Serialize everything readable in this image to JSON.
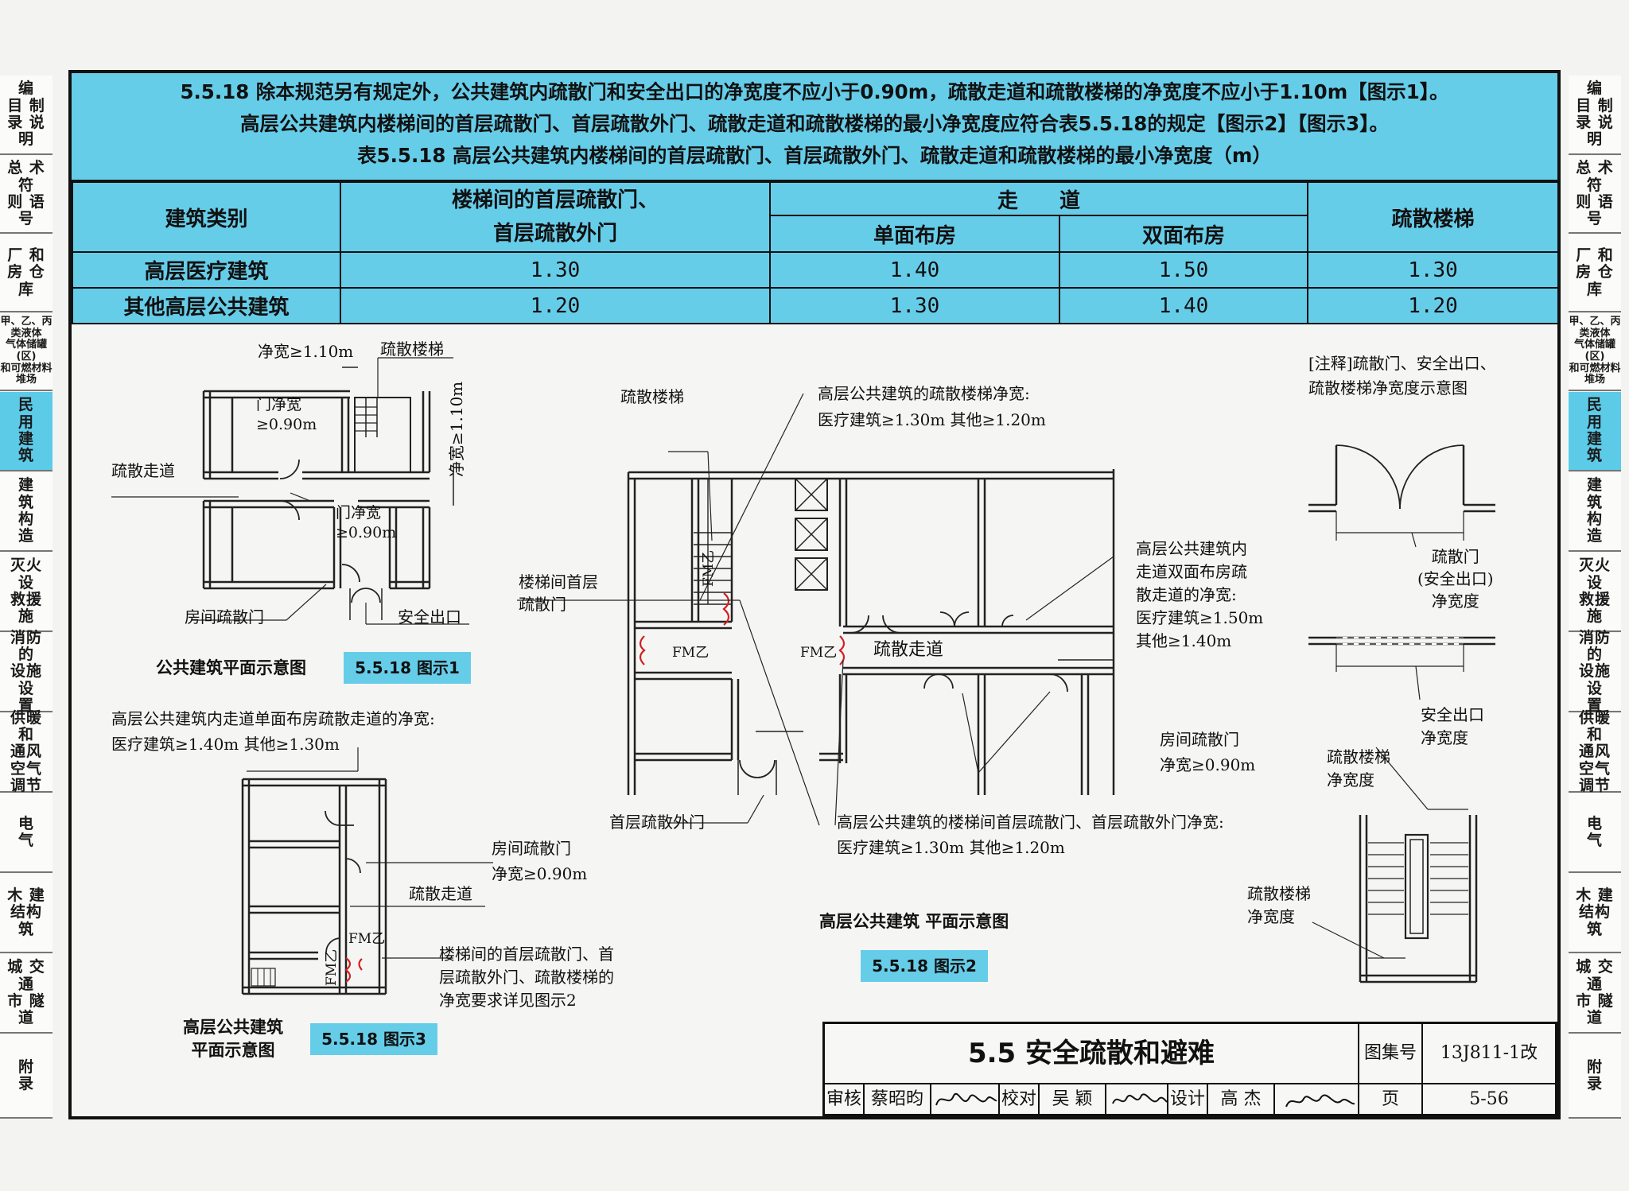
{
  "side_tabs": [
    "编\n目 制\n录 说\n明",
    "总 术 符\n则 语 号",
    "厂 和\n房 仓\n库",
    "甲、乙、丙类液体\n气体储罐(区)\n和可燃材料堆场",
    "民\n用\n建\n筑",
    "建\n筑\n构\n造",
    "灭火 设\n救援 施",
    "消防 的\n设施 设\n置",
    "供暖 和\n通风 空气\n调节",
    "电\n气",
    "木 建\n结构 筑",
    "城 交通\n市 隧道",
    "附\n录"
  ],
  "clause": {
    "line1": "5.5.18  除本规范另有规定外，公共建筑内疏散门和安全出口的净宽度不应小于0.90m，疏散走道和疏散楼梯的净宽度不应小于1.10m【图示1】。",
    "line2": "高层公共建筑内楼梯间的首层疏散门、首层疏散外门、疏散走道和疏散楼梯的最小净宽度应符合表5.5.18的规定【图示2】【图示3】。",
    "table_title": "表5.5.18  高层公共建筑内楼梯间的首层疏散门、首层疏散外门、疏散走道和疏散楼梯的最小净宽度（m）"
  },
  "table": {
    "h_type": "建筑类别",
    "h_door": "楼梯间的首层疏散门、\n首层疏散外门",
    "h_corridor": "走　　道",
    "h_single": "单面布房",
    "h_double": "双面布房",
    "h_stair": "疏散楼梯",
    "rows": [
      {
        "type": "高层医疗建筑",
        "door": "1.30",
        "single": "1.40",
        "double": "1.50",
        "stair": "1.30"
      },
      {
        "type": "其他高层公共建筑",
        "door": "1.20",
        "single": "1.30",
        "double": "1.40",
        "stair": "1.20"
      }
    ]
  },
  "fig1": {
    "w_top": "净宽≥1.10m",
    "stair": "疏散楼梯",
    "door_w": "门净宽\n≥0.90m",
    "corridor": "疏散走道",
    "w_right": "净宽≥1.10m",
    "door_w2": "门净宽\n≥0.90m",
    "room_door": "房间疏散门",
    "exit": "安全出口",
    "caption": "公共建筑平面示意图",
    "tag": "5.5.18 图示1"
  },
  "fig2": {
    "stair": "疏散楼梯",
    "stair_w_title": "高层公共建筑的疏散楼梯净宽:",
    "stair_w_vals": "医疗建筑≥1.30m  其他≥1.20m",
    "first_door": "楼梯间首层\n疏散门",
    "corridor": "疏散走道",
    "fm": "FM乙",
    "double_note": "高层公共建筑内\n走道双面布房疏\n散走道的净宽:\n医疗建筑≥1.50m\n其他≥1.40m",
    "room_door": "房间疏散门",
    "room_door_w": "净宽≥0.90m",
    "outer_door": "首层疏散外门",
    "bottom_note_title": "高层公共建筑的楼梯间首层疏散门、首层疏散外门净宽:",
    "bottom_note_vals": "医疗建筑≥1.30m  其他≥1.20m",
    "caption": "高层公共建筑 平面示意图",
    "tag": "5.5.18 图示2"
  },
  "fig3": {
    "note_title": "高层公共建筑内走道单面布房疏散走道的净宽:",
    "note_vals": "医疗建筑≥1.40m  其他≥1.30m",
    "room_door": "房间疏散门",
    "room_door_w": "净宽≥0.90m",
    "corridor": "疏散走道",
    "fm": "FM乙",
    "stair_note": "楼梯间的首层疏散门、首\n层疏散外门、疏散楼梯的\n净宽要求详见图示2",
    "caption": "高层公共建筑\n平面示意图",
    "tag": "5.5.18 图示3"
  },
  "fig4": {
    "note": "[注释]疏散门、安全出口、\n疏散楼梯净宽度示意图",
    "door": "疏散门\n(安全出口)\n净宽度",
    "exit": "安全出口\n净宽度",
    "stair_top": "疏散楼梯\n净宽度",
    "stair_left": "疏散楼梯\n净宽度"
  },
  "title_block": {
    "title": "5.5  安全疏散和避难",
    "atlas_label": "图集号",
    "atlas_no": "13J811-1改",
    "review": "审核",
    "reviewer": "蔡昭昀",
    "check": "校对",
    "checker": "吴 颖",
    "design": "设计",
    "designer": "高 杰",
    "page_label": "页",
    "page_no": "5-56"
  }
}
